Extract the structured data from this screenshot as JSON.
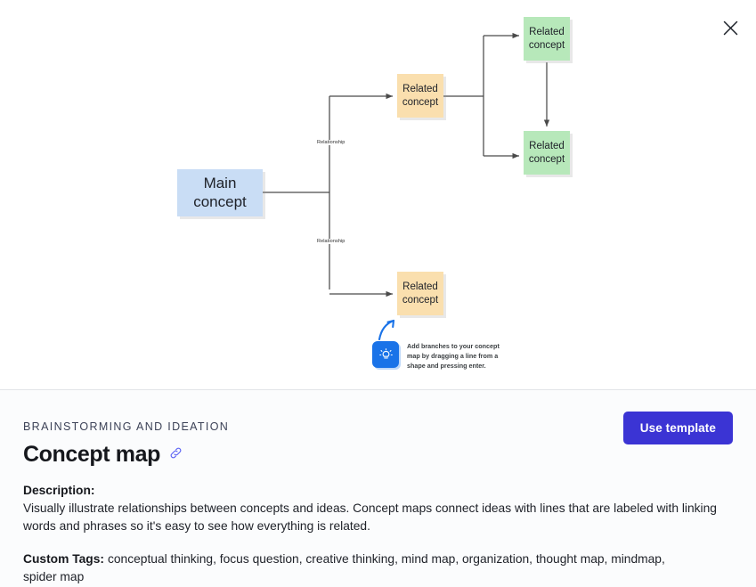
{
  "modal": {
    "close_label": "Close",
    "close_icon": "close-icon"
  },
  "canvas": {
    "nodes": [
      {
        "id": "main",
        "label": "Main concept",
        "color": "#c9ddf5"
      },
      {
        "id": "orange-1",
        "label": "Related concept",
        "color": "#fadfae"
      },
      {
        "id": "green-1",
        "label": "Related concept",
        "color": "#b7e8ba"
      },
      {
        "id": "green-2",
        "label": "Related concept",
        "color": "#b7e8ba"
      },
      {
        "id": "orange-2",
        "label": "Related concept",
        "color": "#fadfae"
      }
    ],
    "edge_labels": [
      "Relationship",
      "Relationship"
    ],
    "hint": {
      "icon": "lightbulb-icon",
      "arrow_icon": "curved-arrow-up-right-icon",
      "text": "Add branches to your concept map by dragging a line from a shape and pressing enter."
    }
  },
  "details": {
    "eyebrow": "BRAINSTORMING AND IDEATION",
    "title": "Concept map",
    "link_icon": "link-icon",
    "use_template_label": "Use template",
    "description_label": "Description:",
    "description": "Visually illustrate relationships between concepts and ideas. Concept maps connect ideas with lines that are labeled with linking words and phrases so it's easy to see how everything is related.",
    "tags_label": "Custom Tags:",
    "tags": "conceptual thinking, focus question, creative thinking, mind map, organization, thought map, mindmap, spider map"
  },
  "colors": {
    "accent": "#3b34d4",
    "node_blue": "#c9ddf5",
    "node_orange": "#fadfae",
    "node_green": "#b7e8ba",
    "hint_blue": "#1a73e8",
    "connector": "#4a4a4a"
  }
}
